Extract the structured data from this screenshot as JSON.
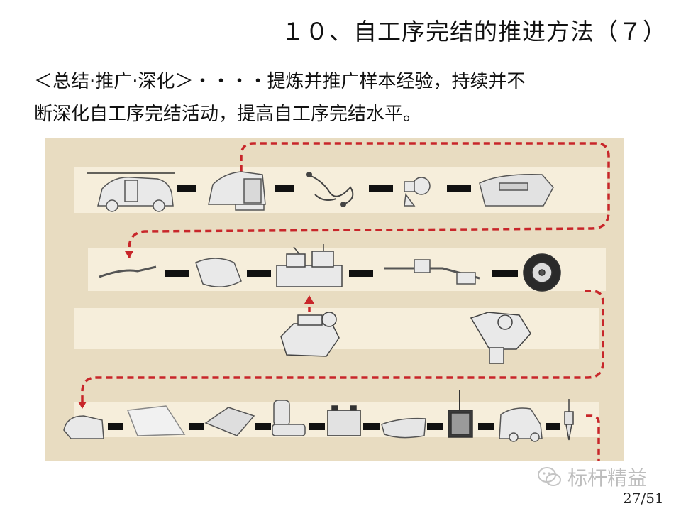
{
  "slide": {
    "title": "１０、自工序完结的推进方法（７）",
    "body_line1": "＜总结·推广·深化＞・・・・提炼并推广样本经验，持续并不",
    "body_line2": "断深化自工序完结活动，提高自工序完结水平。"
  },
  "diagram": {
    "row1": [
      "car-body-frame-icon",
      "body-side-panel-icon",
      "wire-harness-icon",
      "brake-booster-icon",
      "instrument-panel-icon"
    ],
    "row2": [
      "exhaust-pipe-icon",
      "fender-panel-icon",
      "engine-subassembly-icon",
      "muffler-exhaust-icon",
      "tire-wheel-icon"
    ],
    "row3": [
      "engine-on-stand-icon",
      "transmission-engine-icon"
    ],
    "row4": [
      "headlamp-icon",
      "windshield-glass-icon",
      "floor-mat-icon",
      "car-seat-icon",
      "battery-icon",
      "bumper-icon",
      "radiator-icon",
      "door-frame-icon",
      "spark-plug-icon"
    ],
    "colors": {
      "background": "#e8dcc1",
      "road": "#f6eedb",
      "dash": "#c8262a",
      "link": "#111111"
    }
  },
  "watermark": {
    "text": "标杆精益",
    "icon": "wechat-icon"
  },
  "page": {
    "number": "27/51"
  }
}
